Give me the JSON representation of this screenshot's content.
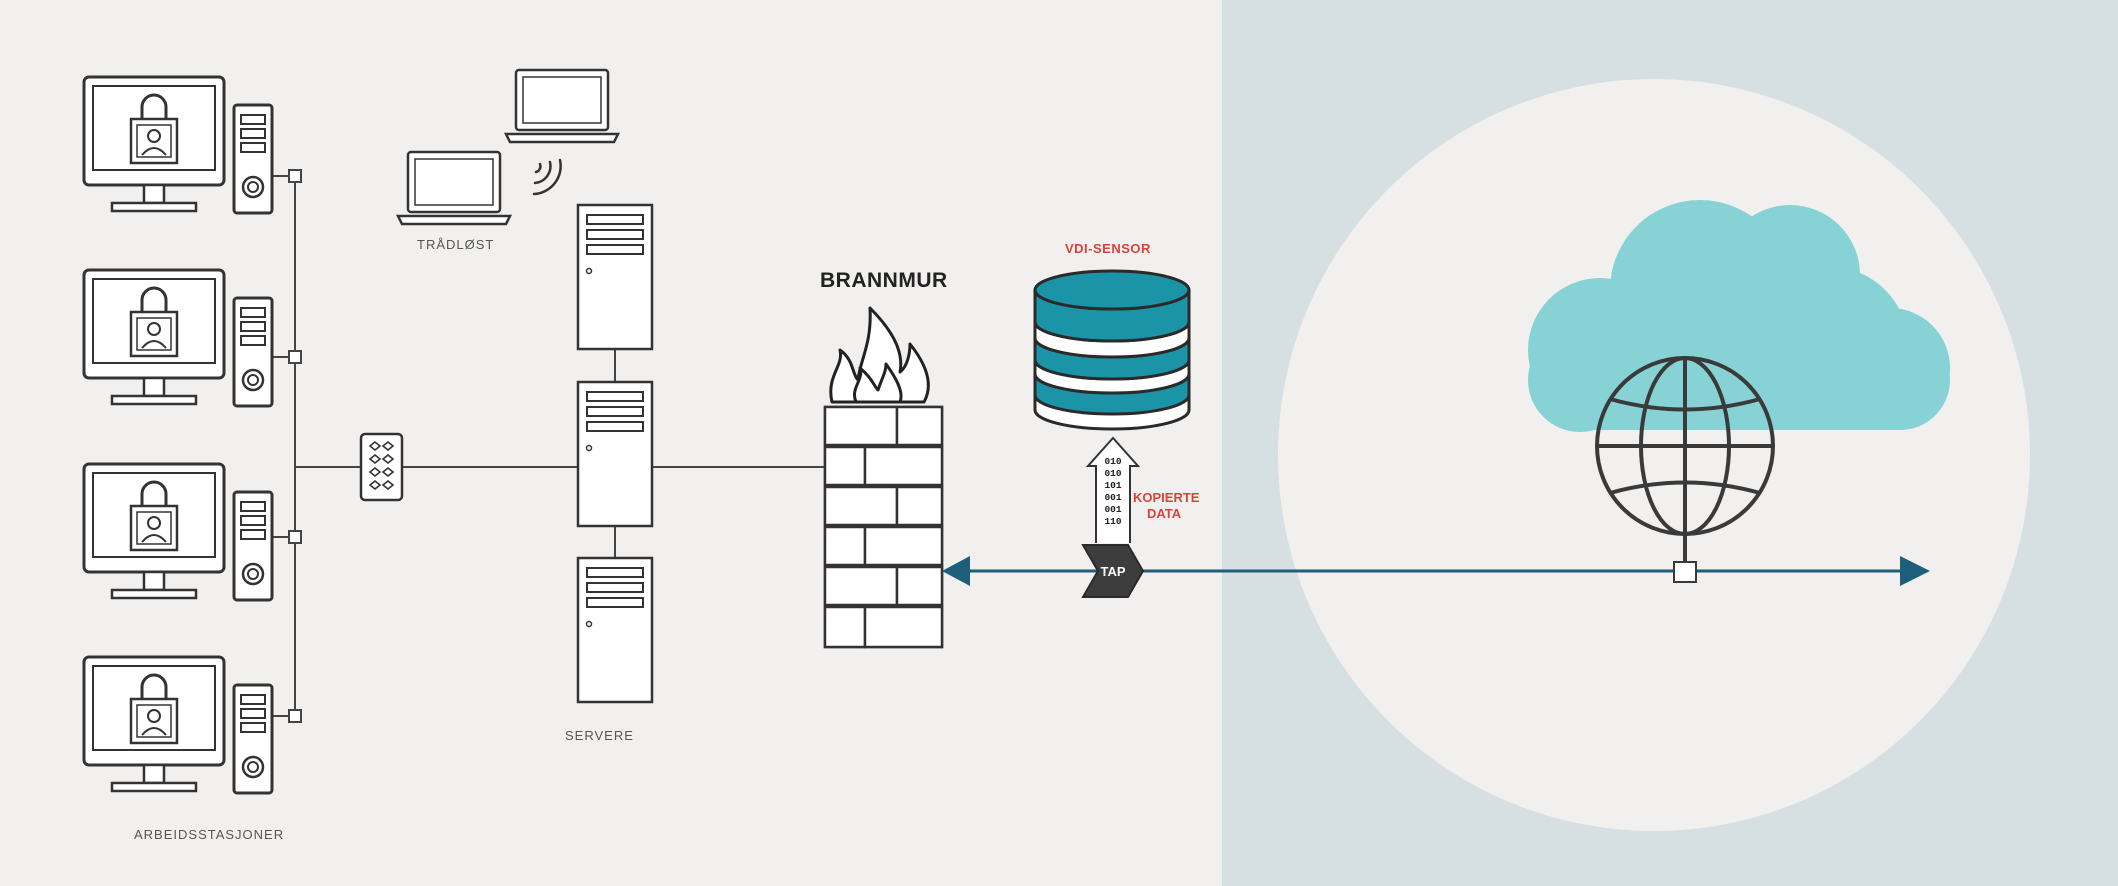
{
  "diagram": {
    "labels": {
      "workstations": "ARBEIDSSTASJONER",
      "wireless": "TRÅDLØST",
      "servers": "SERVERE",
      "firewall": "BRANNMUR",
      "sensor": "VDI-SENSOR",
      "copied_data_line1": "KOPIERTE",
      "copied_data_line2": "DATA",
      "tap": "TAP"
    },
    "binary_rows": [
      "010",
      "010",
      "101",
      "001",
      "001",
      "110"
    ],
    "colors": {
      "background": "#d6e0e3",
      "panel": "#f1f0ef",
      "circle": "#f1f0ef",
      "line": "#3b3b3b",
      "connector": "#1d5e7a",
      "database": "#1c94a8",
      "cloud": "#86d2d5",
      "accent_red": "#d9433a",
      "tap_fill": "#3d3d3d"
    },
    "icons": [
      "monitor-icon",
      "lock-icon",
      "user-icon",
      "tower-pc-icon",
      "laptop-icon",
      "wifi-icon",
      "server-icon",
      "switch-icon",
      "firewall-icon",
      "flame-icon",
      "database-icon",
      "cloud-icon",
      "globe-icon",
      "tap-icon"
    ]
  }
}
